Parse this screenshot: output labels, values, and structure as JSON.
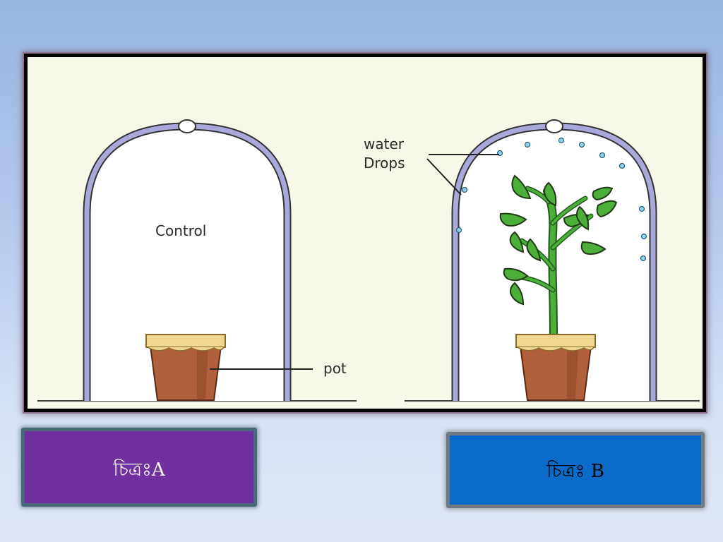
{
  "diagram": {
    "label_control": "Control",
    "label_pot": "pot",
    "label_water_line1": "water",
    "label_water_line2": "Drops"
  },
  "captions": {
    "a": "চিত্রঃA",
    "b": "চিত্রঃ B"
  },
  "colors": {
    "caption_a_bg": "#7030a0",
    "caption_b_bg": "#0a6bc8",
    "dome": "#a9a9dc",
    "pot": "#b0603a",
    "leaf": "#4caf3a"
  }
}
